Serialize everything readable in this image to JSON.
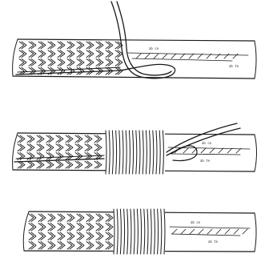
{
  "diagram": {
    "kind": "rope whipping illustration",
    "steps": [
      {
        "step": 1,
        "binding": false,
        "margin_marks": [
          "ab ce",
          "ab te"
        ]
      },
      {
        "step": 2,
        "binding": true,
        "margin_marks": [
          "ab ce",
          "ab te"
        ]
      },
      {
        "step": 3,
        "binding": true,
        "margin_marks": [
          "ab ce",
          "ab te"
        ]
      }
    ],
    "colors": {
      "ink": "#1a1a1a",
      "paper": "#ffffff"
    }
  }
}
